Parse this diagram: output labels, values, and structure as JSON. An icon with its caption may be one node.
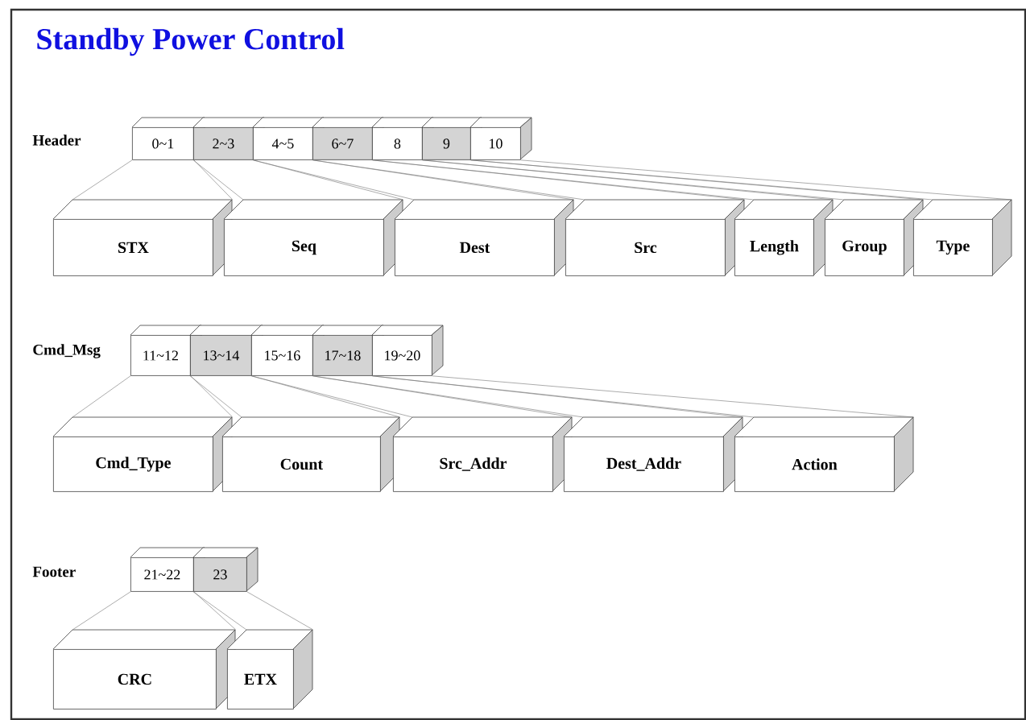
{
  "diagram": {
    "title": "Standby Power Control",
    "nodes": [
      {
        "text": [
          "0~1"
        ]
      },
      {
        "text": [
          "2~3"
        ]
      },
      {
        "text": [
          "4~5"
        ]
      },
      {
        "text": [
          "6~7"
        ]
      },
      {
        "text": [
          "8"
        ]
      },
      {
        "text": [
          "9"
        ]
      },
      {
        "text": [
          "10"
        ]
      },
      {
        "text": [
          "STX"
        ]
      },
      {
        "text": [
          "Seq"
        ]
      },
      {
        "text": [
          "Dest"
        ]
      },
      {
        "text": [
          "Src"
        ]
      },
      {
        "text": [
          "Length"
        ]
      },
      {
        "text": [
          "Group"
        ]
      },
      {
        "text": [
          "Type"
        ]
      },
      {
        "text": [
          "11~12"
        ]
      },
      {
        "text": [
          "13~14"
        ]
      },
      {
        "text": [
          "15~16"
        ]
      },
      {
        "text": [
          "17~18"
        ]
      },
      {
        "text": [
          "19~20"
        ]
      },
      {
        "text": [
          "Cmd_Type"
        ]
      },
      {
        "text": [
          "Count"
        ]
      },
      {
        "text": [
          "Src_Addr"
        ]
      },
      {
        "text": [
          "Dest_Addr"
        ]
      },
      {
        "text": [
          "Action"
        ]
      },
      {
        "text": [
          "21~22"
        ]
      },
      {
        "text": [
          "23"
        ]
      },
      {
        "text": [
          "CRC"
        ]
      },
      {
        "text": [
          "ETX"
        ]
      }
    ],
    "edges": [
      {
        "from": 0,
        "to": 7,
        "arrow": "none"
      },
      {
        "from": 1,
        "to": 8,
        "arrow": "none"
      },
      {
        "from": 2,
        "to": 9,
        "arrow": "none"
      },
      {
        "from": 3,
        "to": 10,
        "arrow": "none"
      },
      {
        "from": 4,
        "to": 11,
        "arrow": "none"
      },
      {
        "from": 5,
        "to": 12,
        "arrow": "none"
      },
      {
        "from": 6,
        "to": 13,
        "arrow": "none"
      },
      {
        "from": 14,
        "to": 19,
        "arrow": "none"
      },
      {
        "from": 15,
        "to": 20,
        "arrow": "none"
      },
      {
        "from": 16,
        "to": 21,
        "arrow": "none"
      },
      {
        "from": 17,
        "to": 22,
        "arrow": "none"
      },
      {
        "from": 18,
        "to": 23,
        "arrow": "none"
      },
      {
        "from": 24,
        "to": 26,
        "arrow": "none"
      },
      {
        "from": 25,
        "to": 27,
        "arrow": "none"
      }
    ],
    "labels": [
      "Header",
      "Cmd_Msg",
      "Footer"
    ]
  }
}
